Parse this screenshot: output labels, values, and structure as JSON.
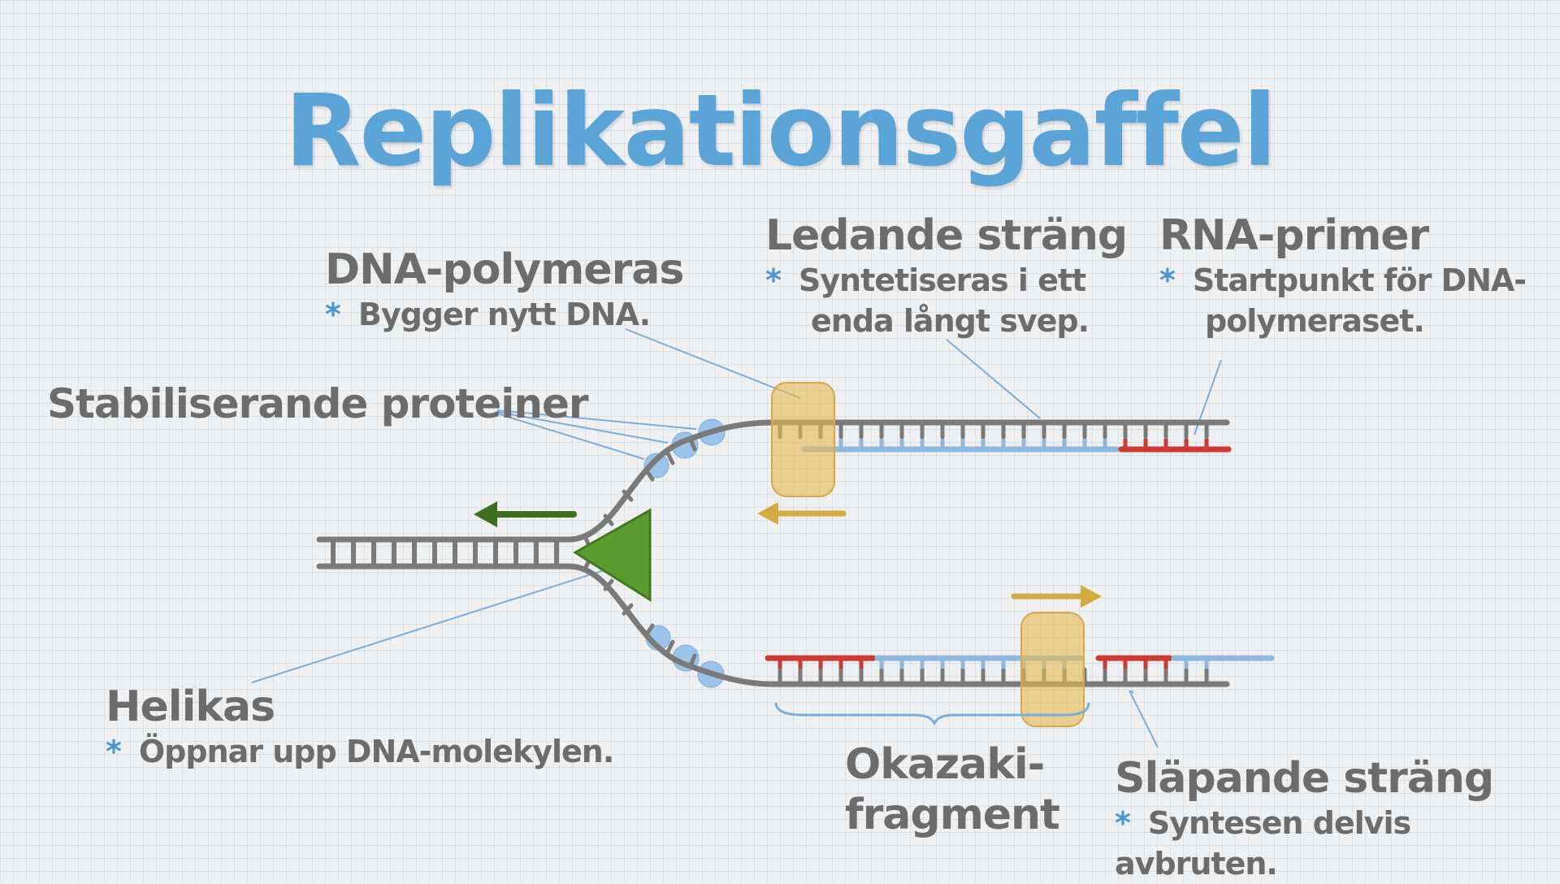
{
  "title": "Replikationsgaffel",
  "labels": {
    "dna_polymeras": {
      "name": "DNA-polymeras",
      "desc": "Bygger nytt DNA."
    },
    "ledande": {
      "name": "Ledande sträng",
      "desc_line1": "Syntetiseras i ett",
      "desc_line2": "enda långt svep."
    },
    "rna_primer": {
      "name": "RNA-primer",
      "desc_line1": "Startpunkt för DNA-",
      "desc_line2": "polymeraset."
    },
    "stabiliserande": {
      "name": "Stabiliserande proteiner"
    },
    "helikas": {
      "name": "Helikas",
      "desc": "Öppnar upp DNA-molekylen."
    },
    "okazaki": {
      "line1": "Okazaki-",
      "line2": "fragment"
    },
    "slapande": {
      "name": "Släpande sträng",
      "desc": "Syntesen delvis avbruten."
    }
  },
  "bullet": "*",
  "colors": {
    "title": "#5aa4d8",
    "text": "#6c6c6c",
    "dna": "#7a7a7a",
    "new_strand": "#8fb8de",
    "primer": "#cc3a33",
    "helicase": "#5a9a2e",
    "polymerase": "#e8c065",
    "ssb": "#9cc4ea",
    "pointer": "#7aaed8"
  }
}
